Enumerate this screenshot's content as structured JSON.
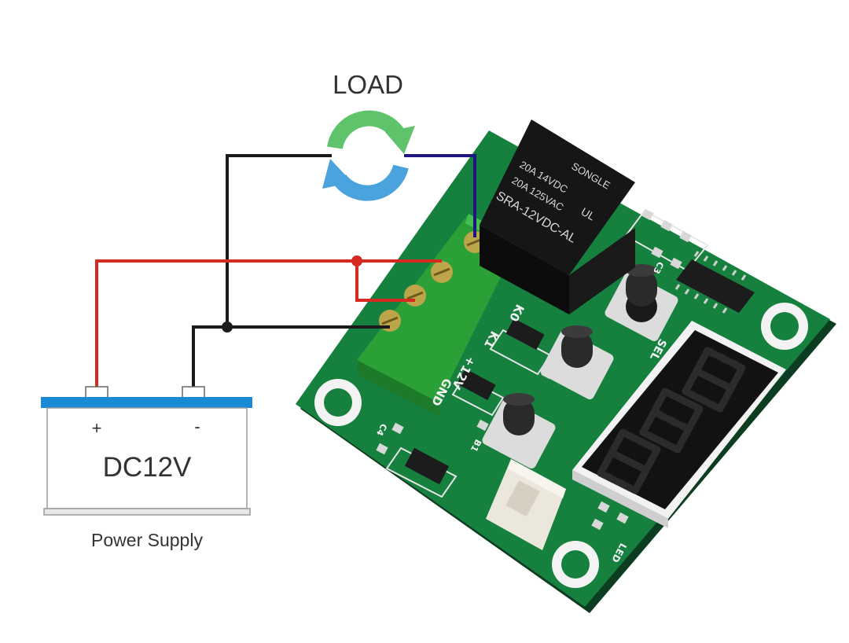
{
  "load": {
    "label": "LOAD"
  },
  "power_supply": {
    "plus": "+",
    "minus": "-",
    "voltage": "DC12V",
    "caption": "Power Supply"
  },
  "relay": {
    "brand": "SONGLE",
    "line1": "20A 14VDC",
    "line2": "20A 125VAC",
    "line3": "SRA-12VDC-AL",
    "cert": "UL"
  },
  "board": {
    "terminal_labels": [
      "K0",
      "K1",
      "+12V",
      "GND"
    ],
    "sel_label": "SEL",
    "led_label": "LED",
    "component_labels": [
      "C3",
      "C4",
      "B1"
    ]
  },
  "wire_colors": {
    "red": "#d42a22",
    "black": "#1a1a1a",
    "blue": "#1e1580"
  }
}
